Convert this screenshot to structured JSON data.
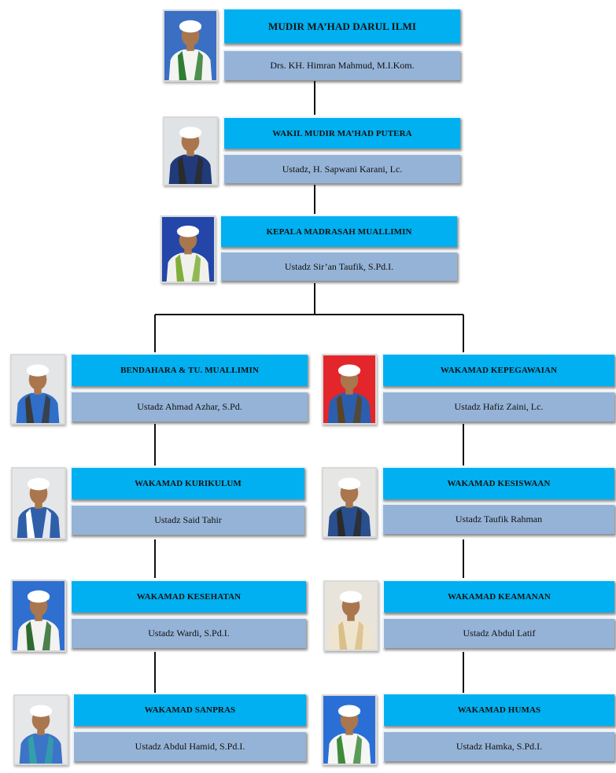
{
  "nodes": [
    {
      "id": "mudir",
      "title": "MUDIR MA’HAD DARUL ILMI",
      "name": "Drs. KH. Himran Mahmud, M.I.Kom.",
      "photo_bg": "#3a6fc4",
      "robe": "#f4f4f2",
      "scarf": "#2e7d32"
    },
    {
      "id": "wakil-mudir",
      "title": "WAKIL MUDIR MA’HAD PUTERA",
      "name": "Ustadz, H. Sapwani Karani, Lc.",
      "photo_bg": "#dfe3e6",
      "robe": "#203a7a",
      "scarf": "#2b2b2b"
    },
    {
      "id": "kepala-madrasah",
      "title": "KEPALA  MADRASAH MUALLIMIN",
      "name": "Ustadz Sir’an Taufik, S.Pd.I.",
      "photo_bg": "#2346a8",
      "robe": "#f1f1ec",
      "scarf": "#7fae3a"
    },
    {
      "id": "bendahara",
      "title": "BENDAHARA & TU.  MUALLIMIN",
      "name": "Ustadz Ahmad Azhar, S.Pd.",
      "photo_bg": "#e3e5e6",
      "robe": "#2f6fc9",
      "scarf": "#3a3a3a"
    },
    {
      "id": "kepegawaian",
      "title": "WAKAMAD KEPEGAWAIAN",
      "name": "Ustadz Hafiz Zaini, Lc.",
      "photo_bg": "#e3262b",
      "robe": "#2b5fae",
      "scarf": "#5a4426"
    },
    {
      "id": "kurikulum",
      "title": "WAKAMAD KURIKULUM",
      "name": "Ustadz Said Tahir",
      "photo_bg": "#e4e6e8",
      "robe": "#2f5fa8",
      "scarf": "#ffffff"
    },
    {
      "id": "kesiswaan",
      "title": "WAKAMAD KESISWAAN",
      "name": "Ustadz Taufik Rahman",
      "photo_bg": "#e6e6e4",
      "robe": "#2a4f8e",
      "scarf": "#2b2b2b"
    },
    {
      "id": "kesehatan",
      "title": "WAKAMAD KESEHATAN",
      "name": "Ustadz Wardi, S.Pd.I.",
      "photo_bg": "#2f6fd0",
      "robe": "#f3f3f1",
      "scarf": "#2e6b30"
    },
    {
      "id": "keamanan",
      "title": "WAKAMAD KEAMANAN",
      "name": "Ustadz Abdul Latif",
      "photo_bg": "#e8e4dc",
      "robe": "#efe5cf",
      "scarf": "#d9c089"
    },
    {
      "id": "sanpras",
      "title": "WAKAMAD SANPRAS",
      "name": "Ustadz Abdul Hamid, S.Pd.I.",
      "photo_bg": "#e6e7e8",
      "robe": "#3c74c8",
      "scarf": "#33a0a8"
    },
    {
      "id": "humas",
      "title": "WAKAMAD HUMAS",
      "name": "Ustadz Hamka, S.Pd.I.",
      "photo_bg": "#2a6fd6",
      "robe": "#f6f6f4",
      "scarf": "#3f8b3c"
    }
  ],
  "colors": {
    "title_fill": "#00b0f0",
    "name_fill": "#95b3d7",
    "connector": "#111111",
    "skin": "#a9764e",
    "cap": "#ffffff"
  },
  "icons": {
    "photo": "person-portrait-icon"
  }
}
